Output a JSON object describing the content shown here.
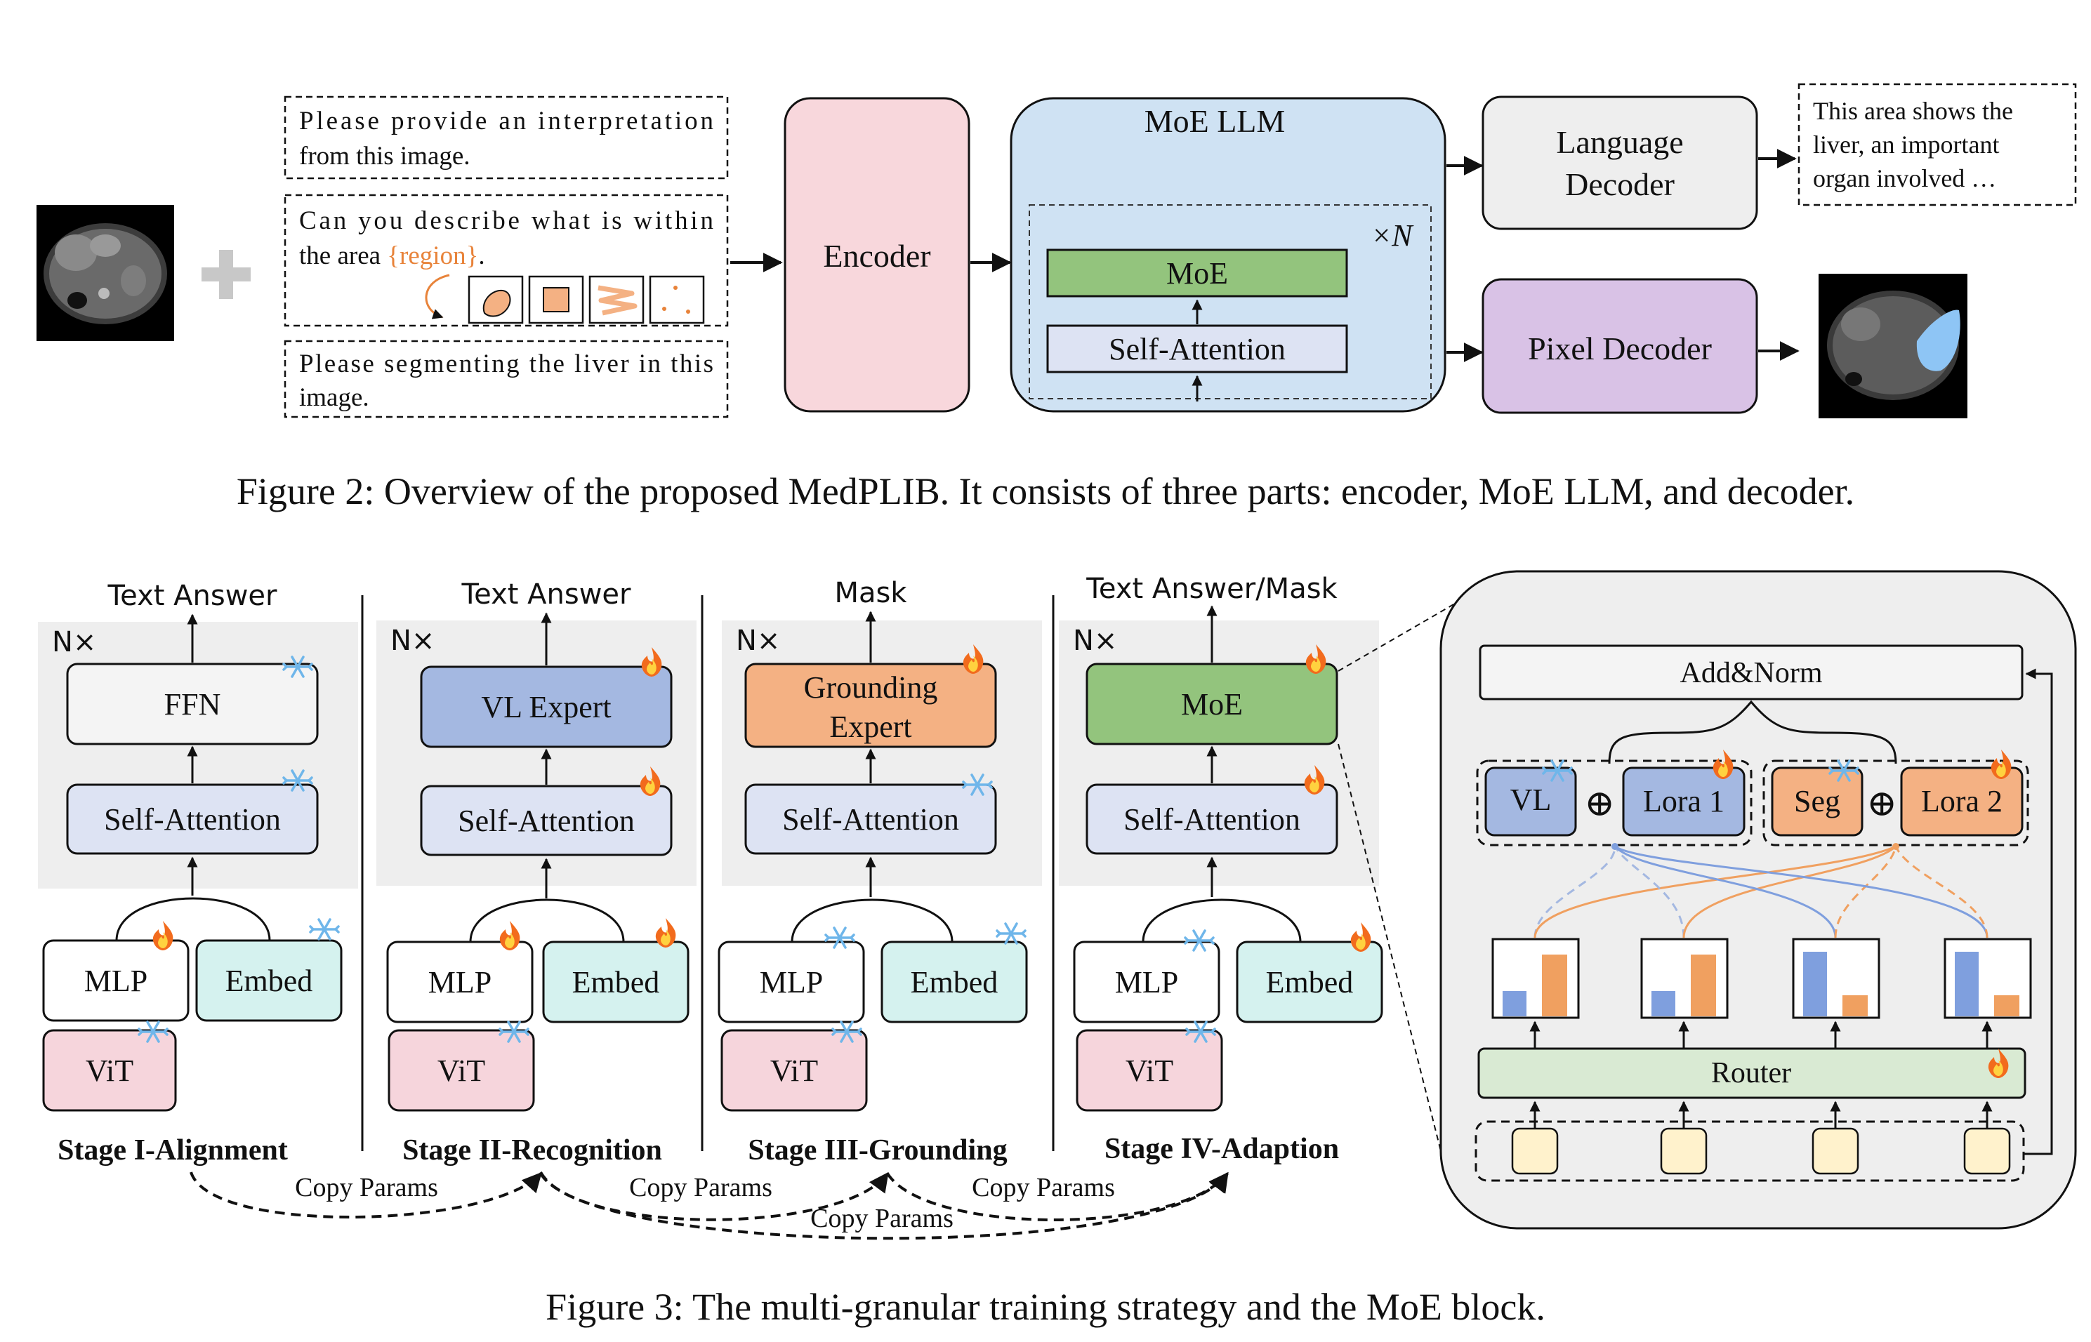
{
  "figure2": {
    "prompts": {
      "p1_line1": "Please provide an interpretation",
      "p1_line2": "from this image.",
      "p2_line1": "Can you describe what is within",
      "p2_line2_prefix": "the area ",
      "p2_line2_region": "{region}",
      "p2_line2_suffix": ".",
      "p3_line1": "Please segmenting the liver in this",
      "p3_line2": "image."
    },
    "encoder": "Encoder",
    "moe_llm": "MoE LLM",
    "moe": "MoE",
    "self_attention": "Self-Attention",
    "times_n": "×N",
    "language_decoder_line1": "Language",
    "language_decoder_line2": "Decoder",
    "pixel_decoder": "Pixel Decoder",
    "output_text_line1": "This area shows the",
    "output_text_line2": "liver, an important",
    "output_text_line3": "organ involved …",
    "caption": "Figure 2: Overview of the proposed MedPLIB. It consists of three parts: encoder, MoE LLM, and decoder."
  },
  "figure3": {
    "stages": [
      {
        "output": "Text Answer",
        "nx": "N×",
        "top": "FFN",
        "mid": "Self-Attention",
        "mlp": "MLP",
        "embed": "Embed",
        "vit": "ViT",
        "label": "Stage I-Alignment"
      },
      {
        "output": "Text Answer",
        "nx": "N×",
        "top": "VL Expert",
        "mid": "Self-Attention",
        "mlp": "MLP",
        "embed": "Embed",
        "vit": "ViT",
        "label": "Stage II-Recognition"
      },
      {
        "output": "Mask",
        "nx": "N×",
        "top_line1": "Grounding",
        "top_line2": "Expert",
        "mid": "Self-Attention",
        "mlp": "MLP",
        "embed": "Embed",
        "vit": "ViT",
        "label": "Stage III-Grounding"
      },
      {
        "output": "Text Answer/Mask",
        "nx": "N×",
        "top": "MoE",
        "mid": "Self-Attention",
        "mlp": "MLP",
        "embed": "Embed",
        "vit": "ViT",
        "label": "Stage IV-Adaption"
      }
    ],
    "copy_params": [
      "Copy Params",
      "Copy Params",
      "Copy Params",
      "Copy Params"
    ],
    "moe_block": {
      "add_norm": "Add&Norm",
      "vl": "VL",
      "lora1": "Lora 1",
      "seg": "Seg",
      "lora2": "Lora 2",
      "plus": "⊕",
      "router": "Router"
    },
    "caption": "Figure 3: The multi-granular training strategy and the MoE block."
  },
  "colors": {
    "encoder": "#f8d7dc",
    "moe_llm": "#cfe2f3",
    "moe_green": "#93c47d",
    "self_attn": "#dde3f3",
    "grey_box": "#eeeeee",
    "pixel_decoder": "#d9c2e6",
    "vl_expert": "#a4b8e1",
    "grounding": "#f4b183",
    "embed": "#d5f2ef",
    "vit": "#f6d5dc",
    "router": "#d9ead3",
    "token": "#fff2cc",
    "orange": "#f0a060",
    "blue": "#7f9fde"
  },
  "icons": {
    "fire": "fire-icon",
    "snow": "snowflake-icon"
  }
}
